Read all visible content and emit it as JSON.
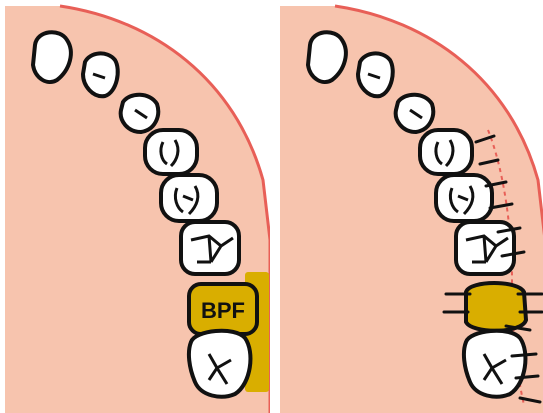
{
  "colors": {
    "gum": "#F7C4AE",
    "gum_border": "#E85F57",
    "tooth_fill": "#ffffff",
    "tooth_outline": "#111111",
    "graft": "#D9AE00",
    "suture": "#111111",
    "background": "#ffffff"
  },
  "panels": [
    {
      "id": "before",
      "graft_label": "BPF",
      "icons": [
        "molar-icon",
        "premolar-icon",
        "incisor-icon"
      ]
    },
    {
      "id": "after",
      "graft_label": "",
      "icons": [
        "molar-icon",
        "premolar-icon",
        "incisor-icon",
        "suture-mark-icon"
      ]
    }
  ]
}
